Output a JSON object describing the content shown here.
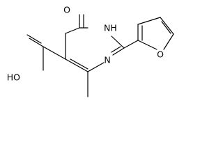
{
  "atoms": {
    "carbonyl_oxygen": "O",
    "ring_nh": "NH",
    "ring_n": "N",
    "hydroxyl": "HO",
    "furan_oxygen": "O"
  },
  "colors": {
    "bond": "#000000",
    "label": "#000000",
    "background": "#ffffff"
  }
}
